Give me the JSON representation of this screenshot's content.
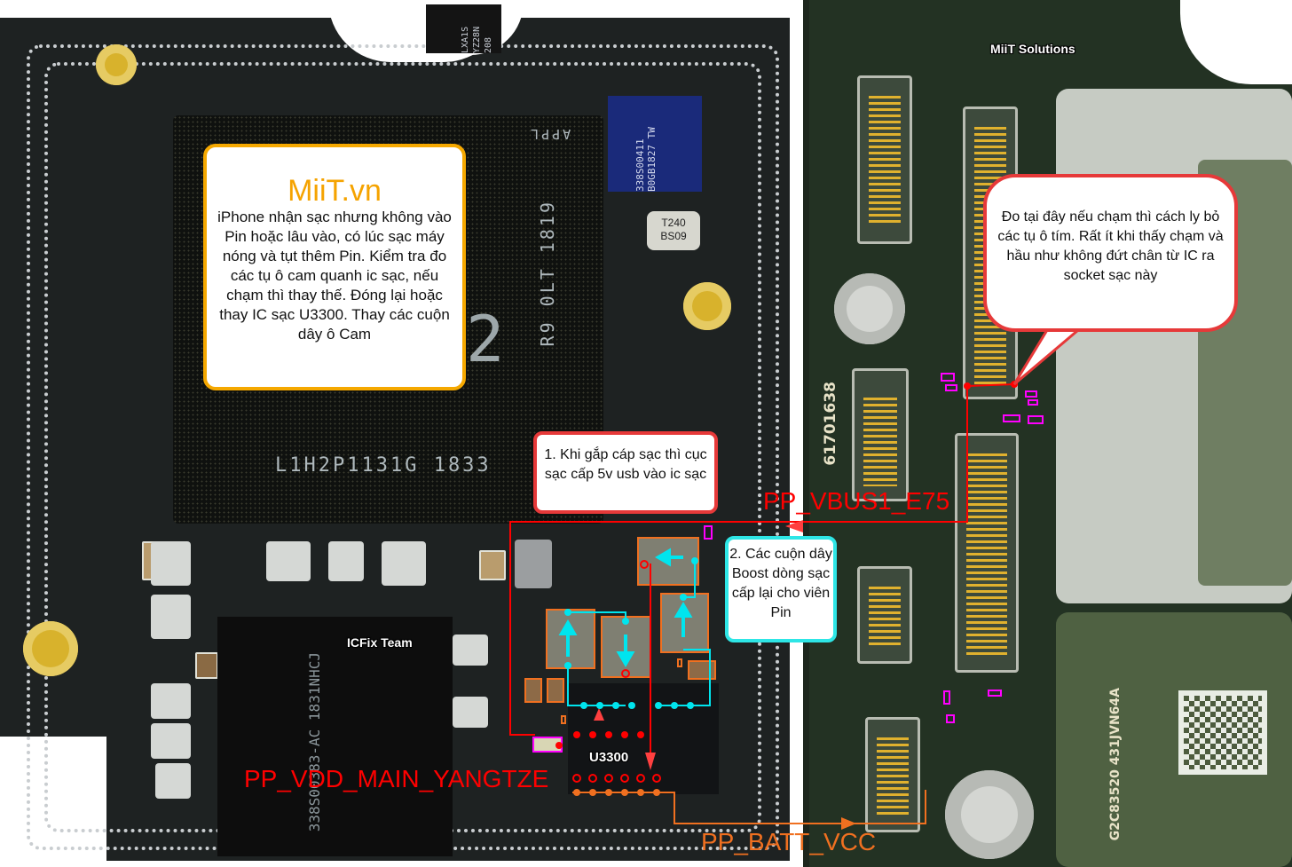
{
  "watermarks": {
    "top_right": "MiiT Solutions",
    "center_left": "ICFix Team"
  },
  "callouts": {
    "main": {
      "title": "MiiT.vn",
      "body": "iPhone nhận sạc nhưng không vào Pin hoặc lâu vào, có lúc sạc máy nóng và tụt thêm Pin. Kiểm tra đo các tụ ô cam quanh ic sạc, nếu chạm thì thay thế. Đóng lại hoặc thay IC sạc U3300. Thay các cuộn dây ô Cam",
      "border_color": "#f5a800"
    },
    "socket_note": {
      "text": "Đo tại đây nếu chạm thì cách ly bỏ các tụ ô tím. Rất ít khi thấy chạm và hầu như không đứt chân từ IC ra socket sạc này",
      "border_color": "#e63939"
    },
    "step1": {
      "text": "1. Khi gắp cáp sạc thì cục sạc cấp 5v usb vào ic sạc",
      "border_color": "#e63939"
    },
    "step2": {
      "text": "2. Các cuộn dây Boost dòng sạc cấp lại cho viên Pin",
      "border_color": "#2ee6e6"
    }
  },
  "net_labels": {
    "vbus": "PP_VBUS1_E75",
    "vdd_main": "PP_VDD_MAIN_YANGTZE",
    "batt": "PP_BATT_VCC"
  },
  "components": {
    "charger_ic": "U3300",
    "soc_marking_1": "APPL",
    "soc_marking_2": "2",
    "soc_marking_3": "R9 0LT 1819",
    "soc_marking_4": "L1H2P1131G 1833",
    "pmic_marking": "338S00411 B0GB1827 TW",
    "top_chip_marking": "LXA1S YZ28N 208",
    "oscillator_marking_1": "T240",
    "oscillator_marking_2": "BS09",
    "nand_marking": "338S00383-AC 1831NHCJ",
    "board_silkscreen": "61701638",
    "shield_marking": "G2C83520 431JVN64A"
  },
  "colors": {
    "vbus_trace": "#ff0000",
    "boost_trace": "#00e5ee",
    "batt_trace": "#f07020",
    "inductor_outline": "#f07020",
    "capacitor_outline": "#ff00ff"
  }
}
